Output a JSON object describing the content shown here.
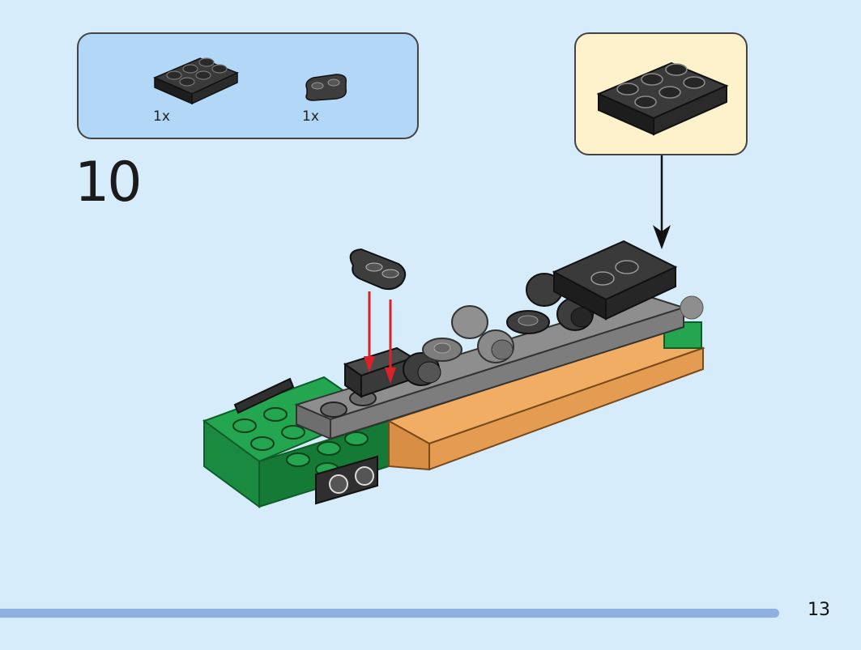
{
  "parts_list": {
    "items": [
      {
        "part": "black-plate-2x3",
        "quantity": "1x"
      },
      {
        "part": "dark-gray-plate-1x2-rounded",
        "quantity": "1x"
      }
    ]
  },
  "step": {
    "number": "10"
  },
  "callout": {
    "part": "black-plate-2x3"
  },
  "footer": {
    "page_number": "13"
  },
  "colors": {
    "background": "#d6ecfb",
    "parts_box": "#b3d8f7",
    "callout": "#fdf2cc",
    "green": "#1f9f4a",
    "tan": "#f0a85e",
    "gray": "#8e8e8e",
    "black": "#2a2a2a",
    "arrow_red": "#d8232a",
    "progress": "#8fb0e3"
  }
}
